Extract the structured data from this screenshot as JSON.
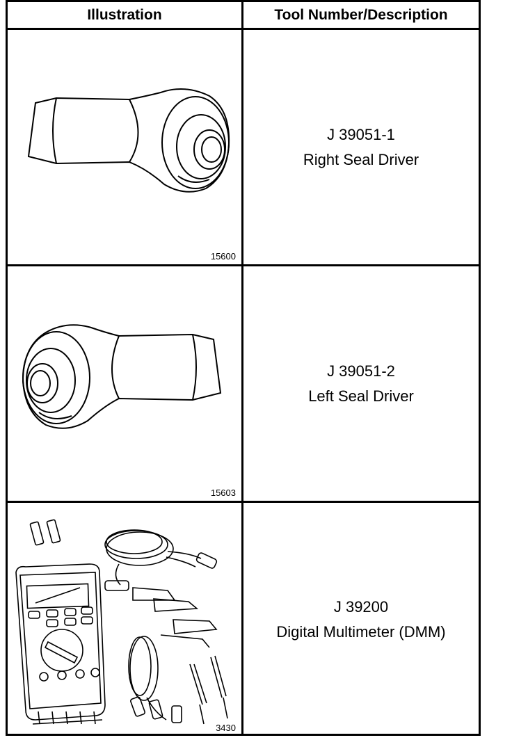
{
  "header": {
    "illustration": "Illustration",
    "description": "Tool Number/Description"
  },
  "rows": [
    {
      "figure_number": "15600",
      "tool_number": "J 39051-1",
      "description": "Right Seal Driver"
    },
    {
      "figure_number": "15603",
      "tool_number": "J 39051-2",
      "description": "Left Seal Driver"
    },
    {
      "figure_number": "3430",
      "tool_number": "J 39200",
      "description": "Digital Multimeter (DMM)"
    }
  ]
}
